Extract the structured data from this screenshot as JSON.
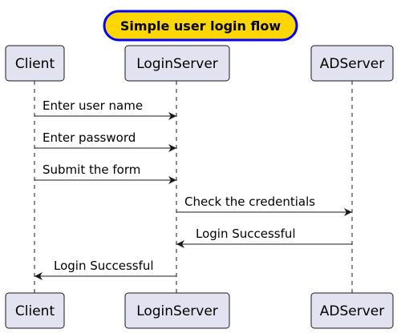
{
  "title": "Simple user login flow",
  "colors": {
    "title_fill": "#FFD700",
    "title_border": "#0000FF",
    "participant_fill": "#E2E2F0",
    "participant_border": "#181818",
    "lifeline": "#181818",
    "arrow": "#181818"
  },
  "participants": [
    {
      "id": "client",
      "label": "Client"
    },
    {
      "id": "loginserver",
      "label": "LoginServer"
    },
    {
      "id": "adserver",
      "label": "ADServer"
    }
  ],
  "messages": [
    {
      "from": "client",
      "to": "loginserver",
      "label": "Enter user name"
    },
    {
      "from": "client",
      "to": "loginserver",
      "label": "Enter password"
    },
    {
      "from": "client",
      "to": "loginserver",
      "label": "Submit the form"
    },
    {
      "from": "loginserver",
      "to": "adserver",
      "label": "Check the credentials"
    },
    {
      "from": "adserver",
      "to": "loginserver",
      "label": "Login Successful"
    },
    {
      "from": "loginserver",
      "to": "client",
      "label": "Login Successful"
    }
  ]
}
